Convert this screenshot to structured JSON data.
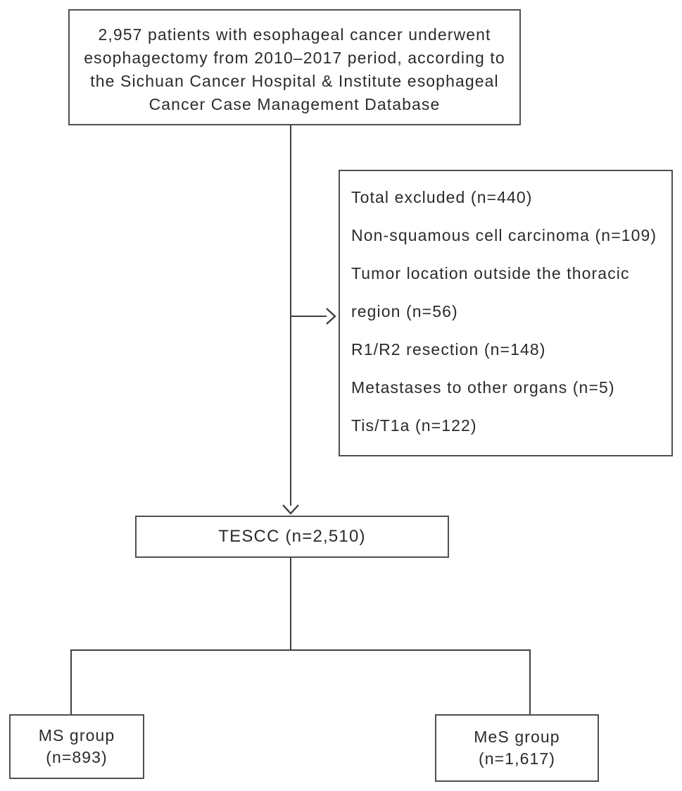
{
  "figure": {
    "type": "patient-selection-flowchart",
    "colors": {
      "background": "#ffffff",
      "box_border": "#4f4f4f",
      "connector_line": "#3f3f3f",
      "text": "#2b2b2b"
    }
  },
  "boxes": {
    "source": {
      "lines": [
        "2,957 patients with esophageal cancer underwent",
        "esophagectomy from 2010–2017 period, according to",
        "the Sichuan Cancer Hospital & Institute esophageal",
        "Cancer Case Management Database"
      ]
    },
    "exclusion": {
      "items": [
        "Total excluded (n=440)",
        "Non-squamous cell carcinoma (n=109)",
        "Tumor location outside the thoracic region (n=56)",
        "R1/R2 resection (n=148)",
        "Metastases to other organs (n=5)",
        "Tis/T1a (n=122)"
      ]
    },
    "tescc": {
      "label": "TESCC (n=2,510)"
    },
    "ms_group": {
      "line1": "MS group",
      "line2": "(n=893)"
    },
    "mes_group": {
      "line1": "MeS group",
      "line2": "(n=1,617)"
    }
  }
}
